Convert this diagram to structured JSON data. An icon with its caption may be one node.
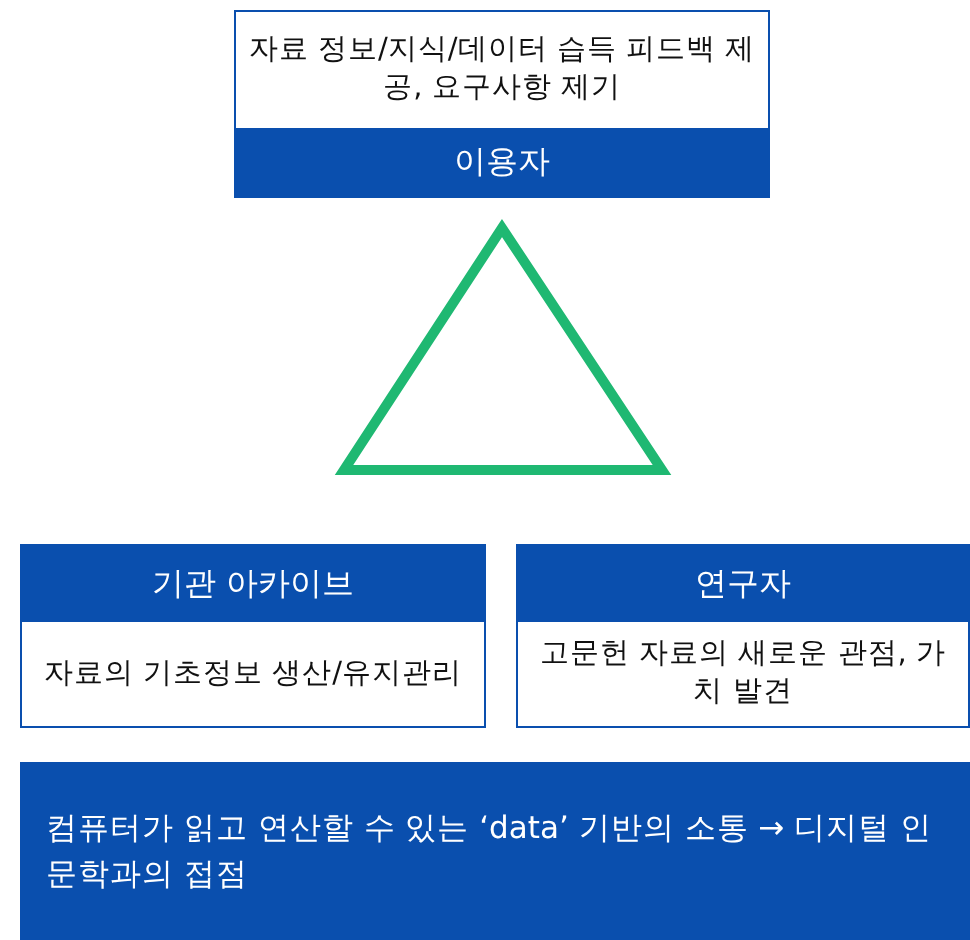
{
  "diagram": {
    "nodes": [
      {
        "text": [
          "자료 정보/지식/데이터 습득 피드백 제공, 요구사항 제기",
          "이용자"
        ]
      },
      {
        "text": [
          "기관 아카이브",
          "자료의 기초정보 생산/유지관리"
        ]
      },
      {
        "text": [
          "연구자",
          "고문헌 자료의 새로운 관점, 가치 발견"
        ]
      },
      {
        "text": [
          "컴퓨터가 읽고 연산할 수 있는 ‘data’ 기반의 소통 → 디지털 인문학과의 접점"
        ]
      }
    ]
  }
}
